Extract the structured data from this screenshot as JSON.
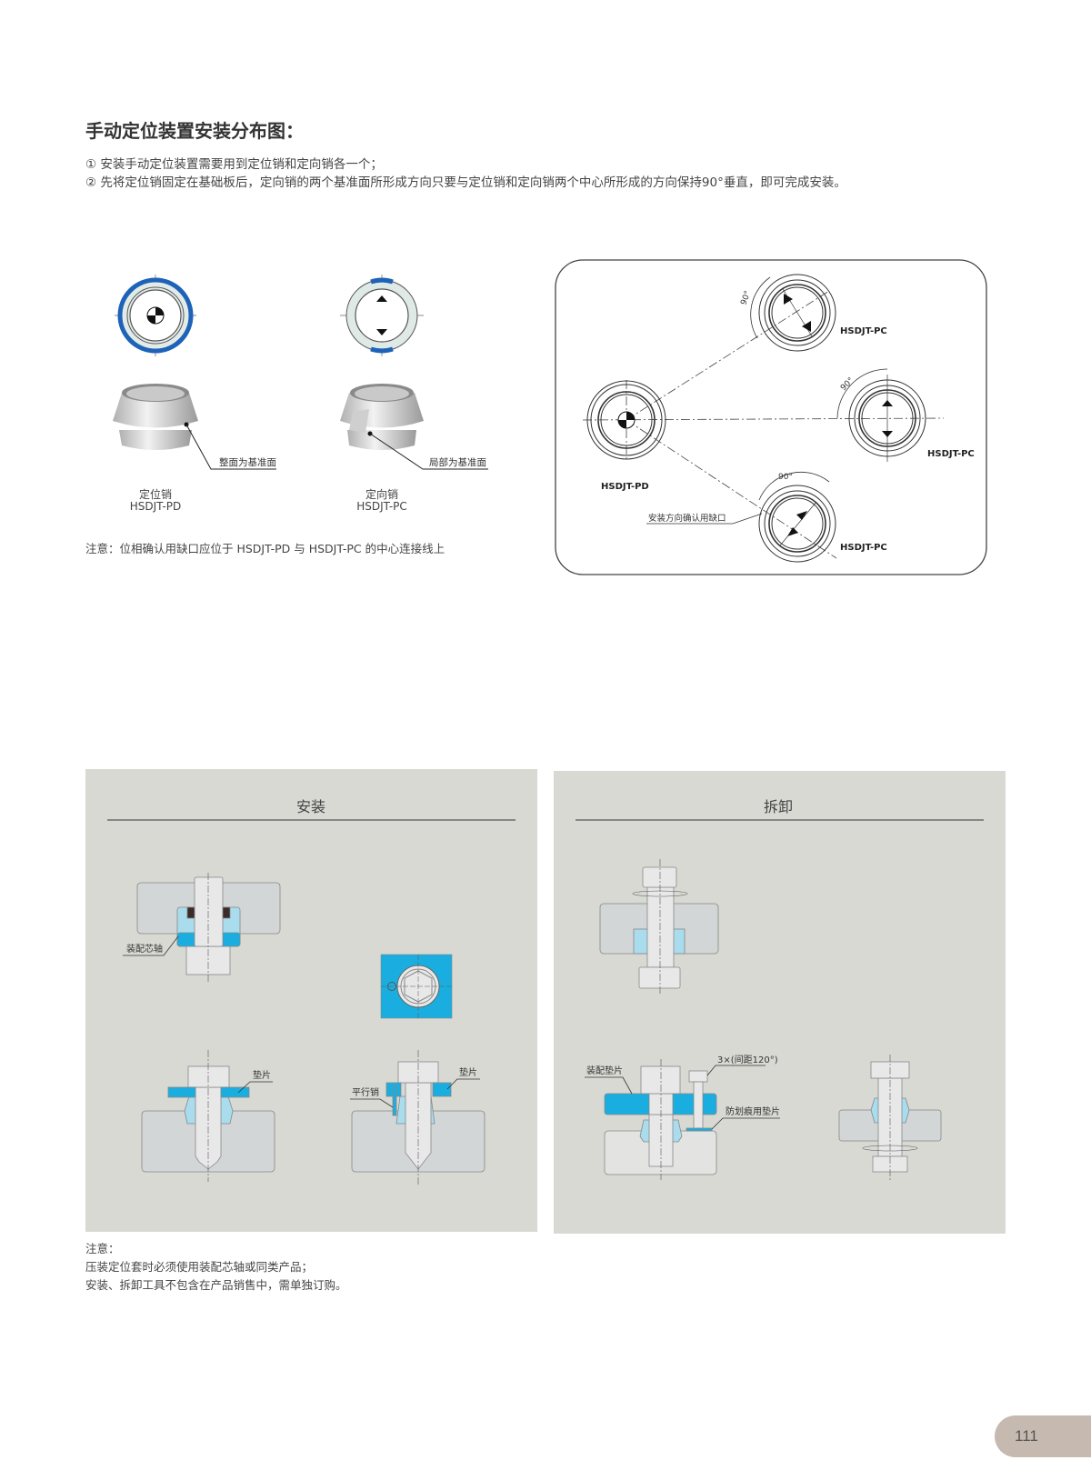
{
  "header": {
    "title": "手动定位装置安装分布图：",
    "points": [
      "① 安装手动定位装置需要用到定位销和定向销各一个；",
      "② 先将定位销固定在基础板后，定向销的两个基准面所形成方向只要与定位销和定向销两个中心所形成的方向保持90°垂直，即可完成安装。"
    ]
  },
  "products": [
    {
      "name": "定位销",
      "model": "HSDJT-PD",
      "surface_label": "整面为基准面"
    },
    {
      "name": "定向销",
      "model": "HSDJT-PC",
      "surface_label": "局部为基准面"
    }
  ],
  "products_note": "注意：位相确认用缺口应位于 HSDJT-PD 与 HSDJT-PC 的中心连接线上",
  "layout_diagram": {
    "center_label": "HSDJT-PD",
    "pc_labels": [
      "HSDJT-PC",
      "HSDJT-PC",
      "HSDJT-PC"
    ],
    "angle_label": "90°",
    "notch_label": "安装方向确认用缺口"
  },
  "install_panel": {
    "title": "安装",
    "labels": {
      "mandrel": "装配芯轴",
      "washer": "垫片",
      "washer2": "垫片",
      "parallel_pin": "平行销"
    }
  },
  "removal_panel": {
    "title": "拆卸",
    "labels": {
      "assembly_washer": "装配垫片",
      "bolts": "3×(间距120°)",
      "anti_scratch_washer": "防划痕用垫片"
    }
  },
  "footer_note": {
    "heading": "注意：",
    "lines": [
      "压装定位套时必须使用装配芯轴或同类产品；",
      "安装、拆卸工具不包含在产品销售中，需单独订购。"
    ]
  },
  "page_number": "111",
  "colors": {
    "blue": "#1aaee0",
    "light_blue": "#a9dced",
    "ring_blue": "#1e63b8",
    "panel_gray": "#d8d9d3",
    "page_tab": "#c6b9b0"
  }
}
